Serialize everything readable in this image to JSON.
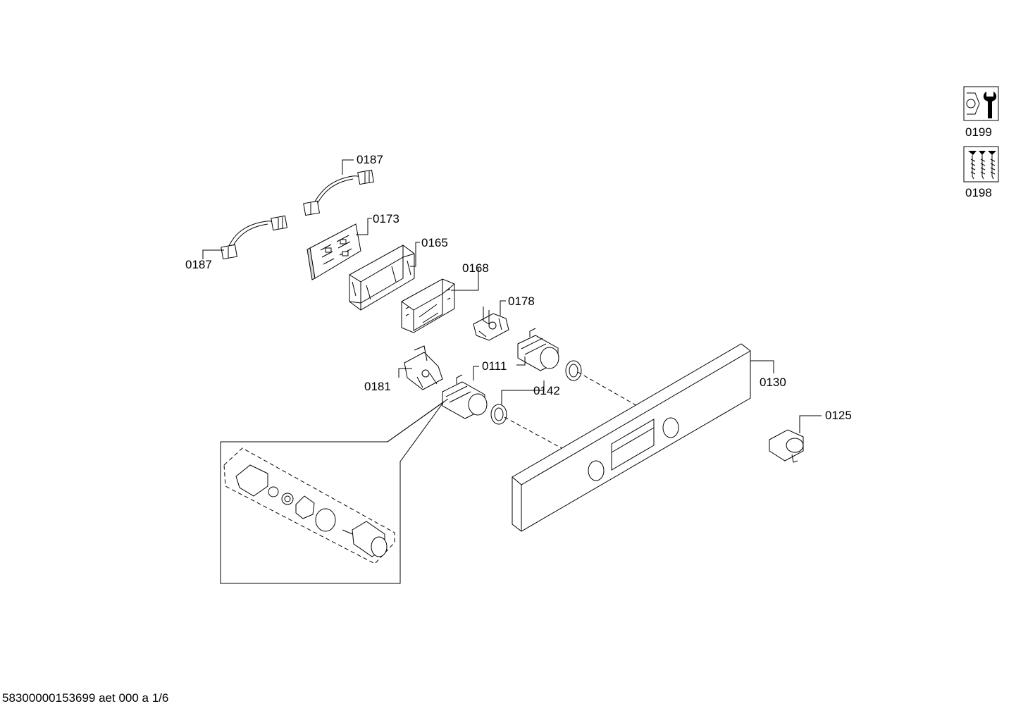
{
  "parts": [
    {
      "id": "0187a",
      "label": "0187"
    },
    {
      "id": "0173",
      "label": "0173"
    },
    {
      "id": "0165",
      "label": "0165"
    },
    {
      "id": "0187b",
      "label": "0187"
    },
    {
      "id": "0168",
      "label": "0168"
    },
    {
      "id": "0178",
      "label": "0178"
    },
    {
      "id": "0111",
      "label": "0111"
    },
    {
      "id": "0181",
      "label": "0181"
    },
    {
      "id": "0142",
      "label": "0142"
    },
    {
      "id": "0130",
      "label": "0130"
    },
    {
      "id": "0125",
      "label": "0125"
    }
  ],
  "accessories": [
    {
      "id": "0199",
      "label": "0199",
      "icon": "wrench-nut-icon"
    },
    {
      "id": "0198",
      "label": "0198",
      "icon": "screws-icon"
    }
  ],
  "document_id": "58300000153699 aet 000 a 1/6"
}
